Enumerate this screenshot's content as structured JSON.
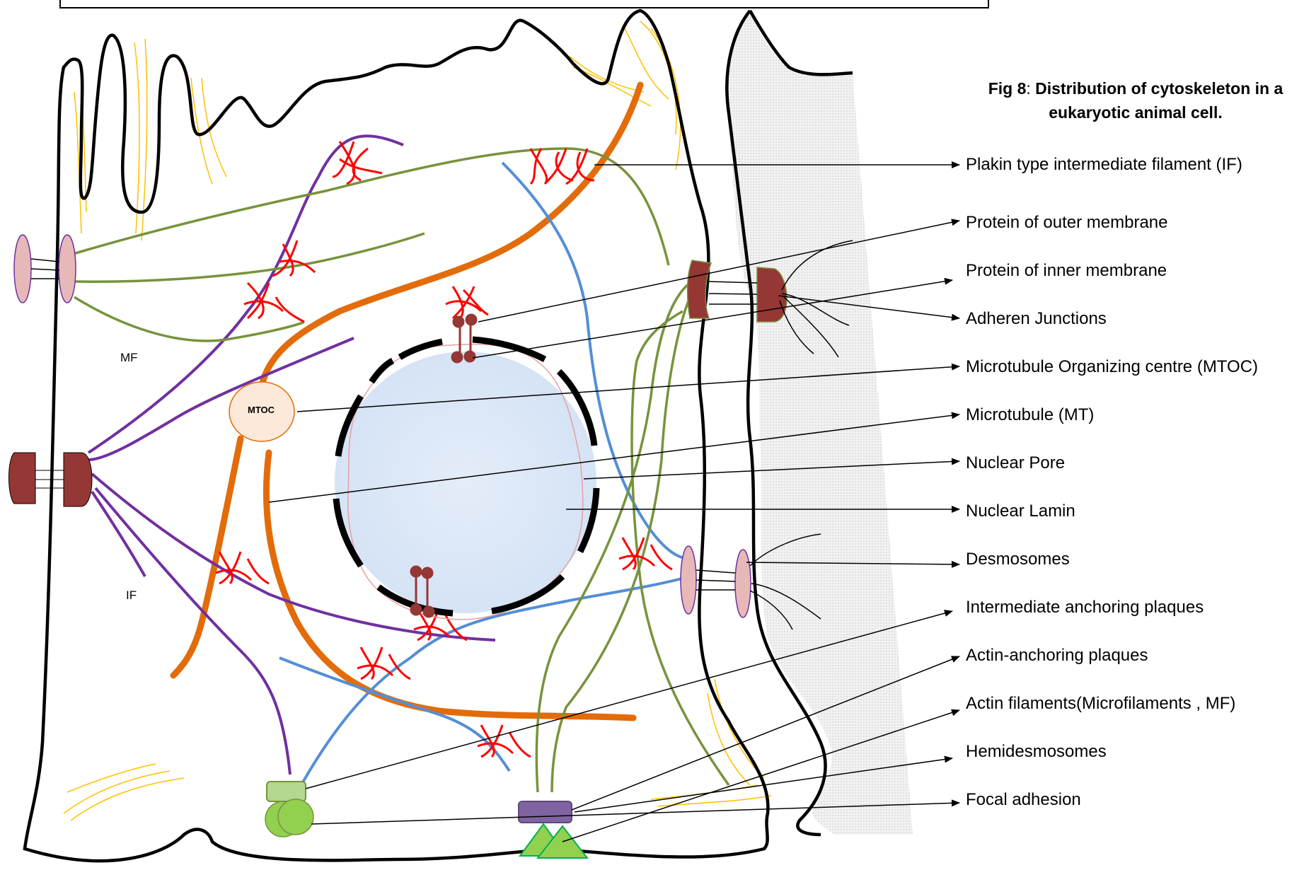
{
  "figure": {
    "caption_prefix": "Fig 8",
    "caption_separator": ": ",
    "caption_text": "Distribution of cytoskeleton in a eukaryotic animal cell."
  },
  "labels": [
    "Plakin type intermediate filament (IF)",
    "Protein of outer membrane",
    "Protein of inner membrane",
    "Adheren Junctions",
    "Microtubule Organizing centre (MTOC)",
    "Microtubule (MT)",
    "Nuclear Pore",
    "Nuclear Lamin",
    "Desmosomes",
    "Intermediate anchoring plaques",
    "Actin-anchoring plaques",
    "Actin filaments(Microfilaments , MF)",
    "Hemidesmosomes",
    "Focal adhesion"
  ],
  "inline_labels": {
    "mf": "MF",
    "if": "IF",
    "mtoc": "MTOC"
  },
  "colors": {
    "cell_outline": "#000000",
    "microtubule_orange": "#e36c0a",
    "intermediate_filament_purple": "#7030a0",
    "actin_green": "#77933c",
    "microtubule_blue": "#558ed5",
    "plakin_red": "#ff0000",
    "nucleus_fill": "#dbe8f8",
    "junction_dark": "#953735",
    "desmosome_pink": "#e6b9b8",
    "plaque_green": "#92d050",
    "plaque_purple": "#8064a2",
    "cortical_actin_yellow": "#ffc000",
    "ecm_grey": "#e5e5e5"
  }
}
